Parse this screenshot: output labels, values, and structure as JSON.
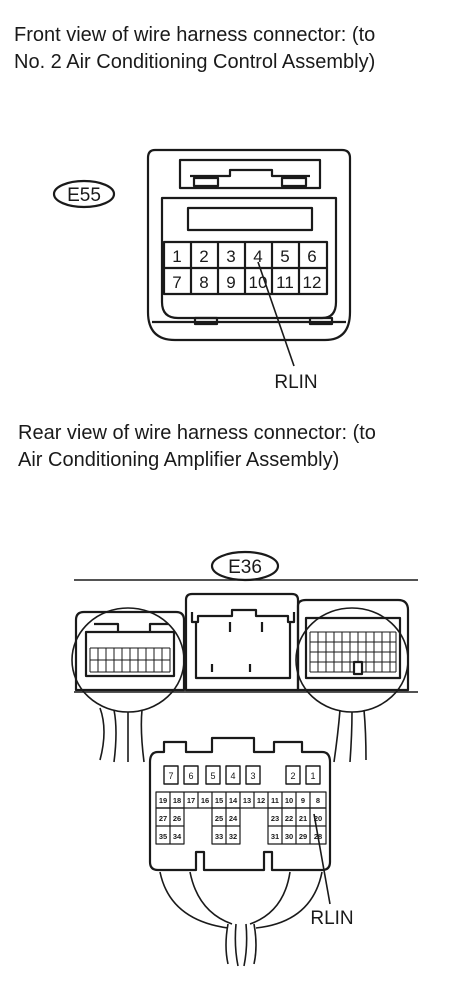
{
  "captions": {
    "front": "Front view of wire harness connector: (to\nNo. 2 Air Conditioning Control Assembly)",
    "rear": "Rear view of wire harness connector: (to\nAir Conditioning Amplifier Assembly)"
  },
  "e55": {
    "id": "E55",
    "pins_row1": [
      "1",
      "2",
      "3",
      "4",
      "5",
      "6"
    ],
    "pins_row2": [
      "7",
      "8",
      "9",
      "10",
      "11",
      "12"
    ],
    "callout": "RLIN"
  },
  "e36": {
    "id": "E36",
    "top_row": [
      "7",
      "6",
      "5",
      "4",
      "3",
      "2",
      "1"
    ],
    "row2": [
      "19",
      "18",
      "17",
      "16",
      "15",
      "14",
      "13",
      "12",
      "11",
      "10",
      "9",
      "8"
    ],
    "row3_left": [
      "27",
      "26"
    ],
    "row3_mid": [
      "25",
      "24"
    ],
    "row3_right": [
      "23",
      "22",
      "21",
      "20"
    ],
    "row4_left": [
      "35",
      "34"
    ],
    "row4_mid": [
      "33",
      "32"
    ],
    "row4_right": [
      "31",
      "30",
      "29",
      "28"
    ],
    "callout": "RLIN"
  }
}
